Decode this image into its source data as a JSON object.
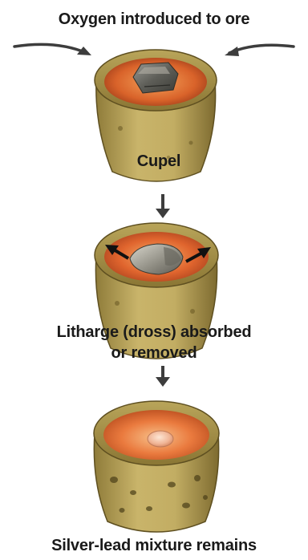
{
  "steps": [
    {
      "caption": "Oxygen introduced to ore"
    },
    {
      "caption": "Cupel"
    },
    {
      "caption_line1": "Litharge (dross) absorbed",
      "caption_line2": "or removed"
    },
    {
      "caption": "Silver-lead mixture remains"
    }
  ]
}
